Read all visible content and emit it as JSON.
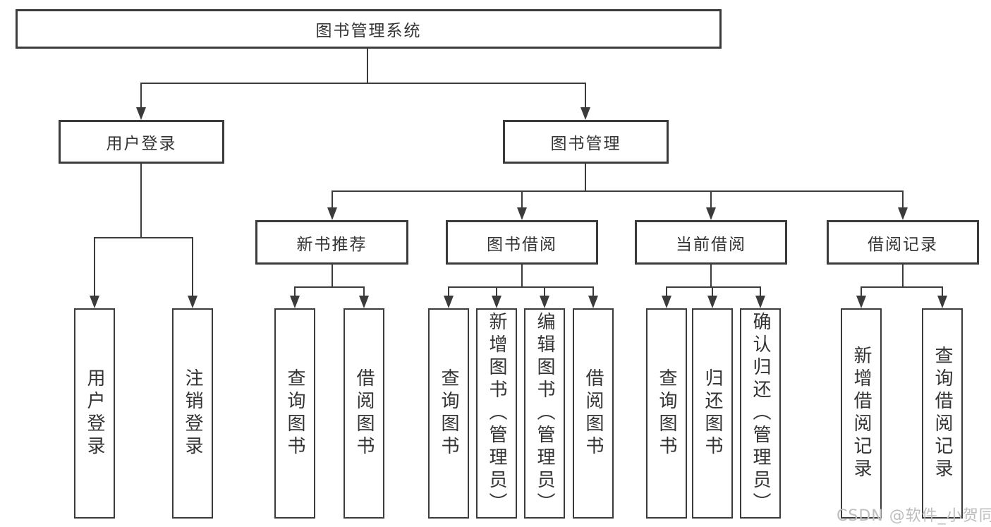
{
  "diagram_title": "图书管理系统",
  "labels": {
    "root": "图书管理系统",
    "user_login": "用户登录",
    "book_management": "图书管理",
    "login_action": "用户登录",
    "logout_action": "注销登录",
    "new_book_recommend": "新书推荐",
    "book_borrow": "图书借阅",
    "current_borrow": "当前借阅",
    "borrow_records": "借阅记录",
    "nbr_query_books": "查询图书",
    "nbr_borrow_books": "借阅图书",
    "bb_query_books": "查询图书",
    "bb_add_books_admin": "新增图书（管理员）",
    "bb_edit_books_admin": "编辑图书（管理员）",
    "bb_borrow_books": "借阅图书",
    "cb_query_books": "查询图书",
    "cb_return_books": "归还图书",
    "cb_confirm_return_admin": "确认归还（管理员）",
    "br_add_record": "新增借阅记录",
    "br_query_record": "查询借阅记录"
  },
  "watermark": "CSDN @软件_小贺同学",
  "colors": {
    "line": "#3b3b3b",
    "text": "#333333",
    "watermark": "#bdbdbd",
    "background": "#ffffff"
  }
}
